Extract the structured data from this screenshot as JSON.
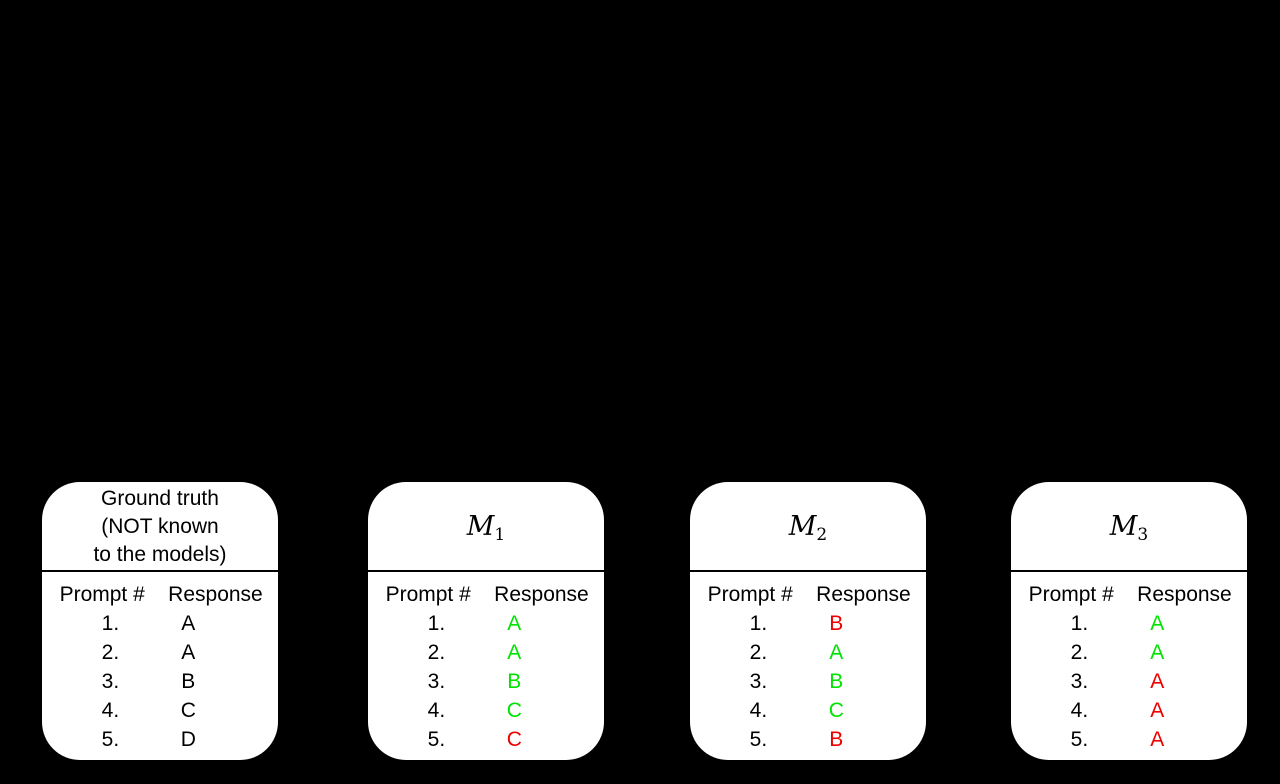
{
  "page": {
    "background": "#000000"
  },
  "colors": {
    "card_bg": "#ffffff",
    "text": "#000000",
    "correct": "#00e400",
    "incorrect": "#ee0000"
  },
  "table_header": {
    "prompt": "Prompt #",
    "response": "Response"
  },
  "cards": [
    {
      "id": "ground-truth",
      "title_lines": [
        "Ground truth",
        "(NOT known",
        "to the models)"
      ],
      "rows": [
        {
          "num": "1.",
          "resp": "A",
          "status": "neutral"
        },
        {
          "num": "2.",
          "resp": "A",
          "status": "neutral"
        },
        {
          "num": "3.",
          "resp": "B",
          "status": "neutral"
        },
        {
          "num": "4.",
          "resp": "C",
          "status": "neutral"
        },
        {
          "num": "5.",
          "resp": "D",
          "status": "neutral"
        }
      ]
    },
    {
      "id": "model-1",
      "title_math": {
        "base": "M",
        "sub": "1"
      },
      "rows": [
        {
          "num": "1.",
          "resp": "A",
          "status": "correct"
        },
        {
          "num": "2.",
          "resp": "A",
          "status": "correct"
        },
        {
          "num": "3.",
          "resp": "B",
          "status": "correct"
        },
        {
          "num": "4.",
          "resp": "C",
          "status": "correct"
        },
        {
          "num": "5.",
          "resp": "C",
          "status": "incorrect"
        }
      ]
    },
    {
      "id": "model-2",
      "title_math": {
        "base": "M",
        "sub": "2"
      },
      "rows": [
        {
          "num": "1.",
          "resp": "B",
          "status": "incorrect"
        },
        {
          "num": "2.",
          "resp": "A",
          "status": "correct"
        },
        {
          "num": "3.",
          "resp": "B",
          "status": "correct"
        },
        {
          "num": "4.",
          "resp": "C",
          "status": "correct"
        },
        {
          "num": "5.",
          "resp": "B",
          "status": "incorrect"
        }
      ]
    },
    {
      "id": "model-3",
      "title_math": {
        "base": "M",
        "sub": "3"
      },
      "rows": [
        {
          "num": "1.",
          "resp": "A",
          "status": "correct"
        },
        {
          "num": "2.",
          "resp": "A",
          "status": "correct"
        },
        {
          "num": "3.",
          "resp": "A",
          "status": "incorrect"
        },
        {
          "num": "4.",
          "resp": "A",
          "status": "incorrect"
        },
        {
          "num": "5.",
          "resp": "A",
          "status": "incorrect"
        }
      ]
    }
  ]
}
